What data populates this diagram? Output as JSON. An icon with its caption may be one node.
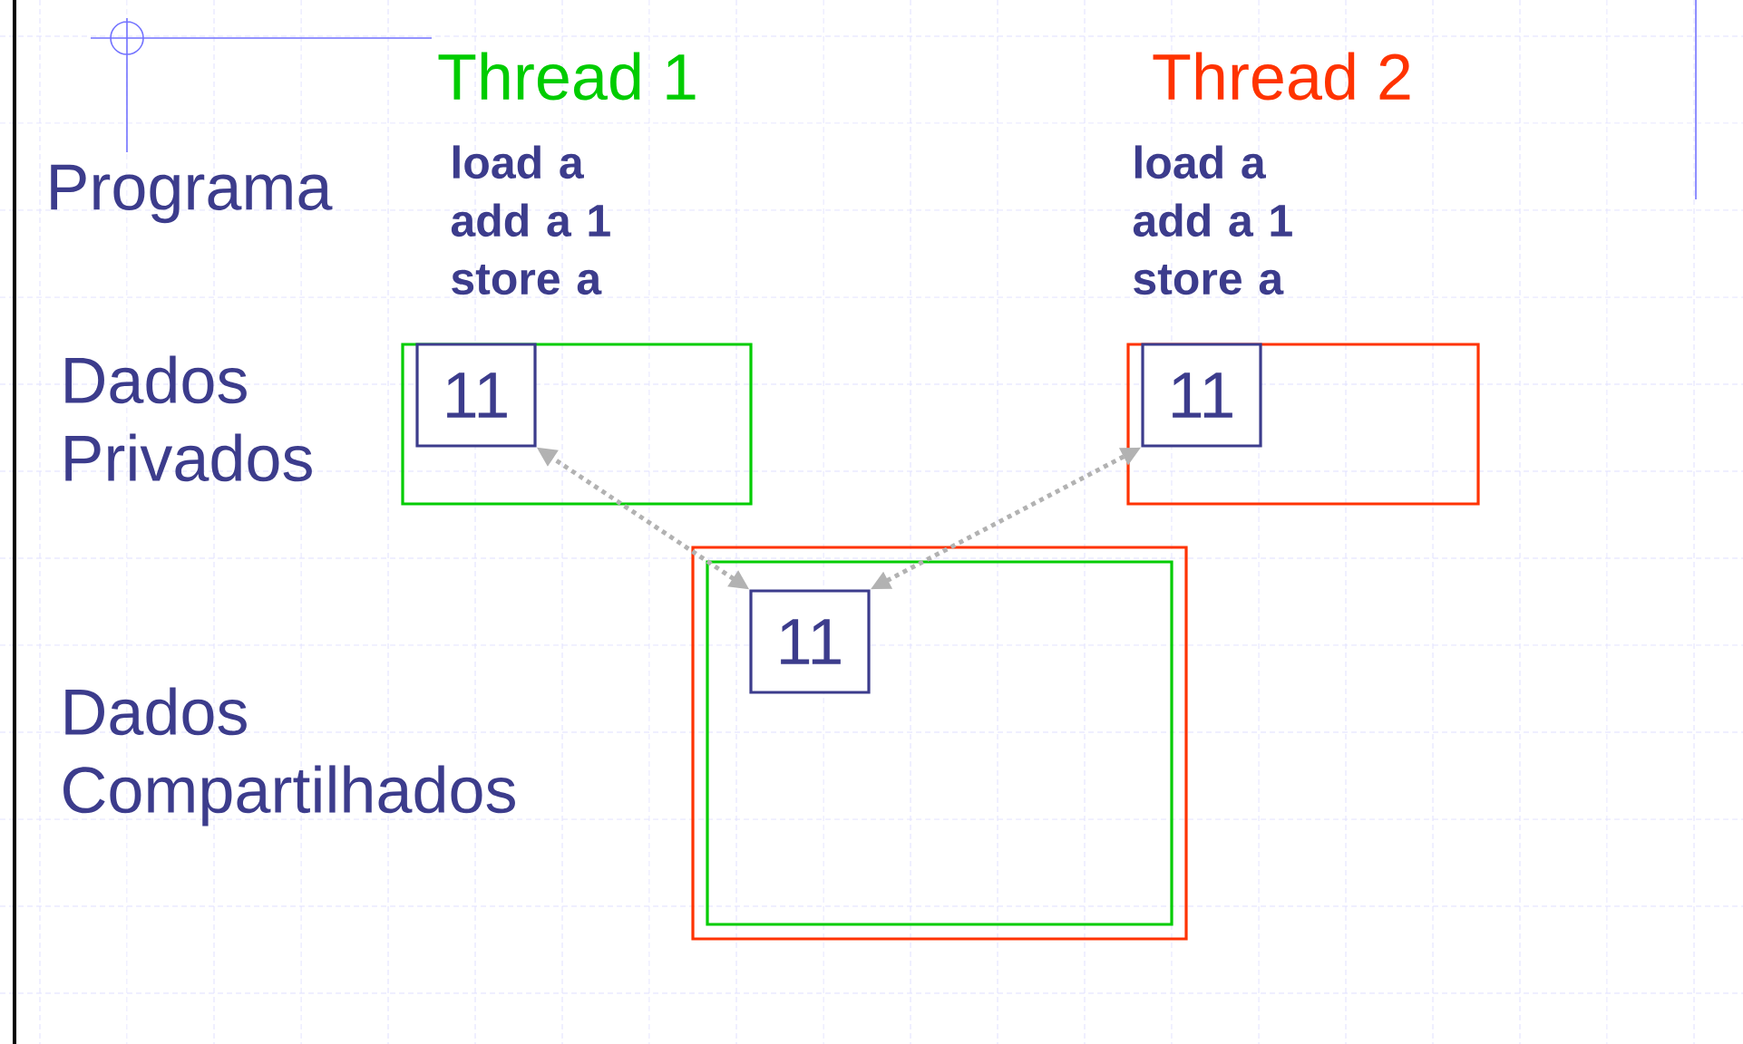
{
  "diagram": {
    "nodes": [
      {
        "text": [],
        "shape": "box"
      },
      {
        "text": [
          "11"
        ],
        "in": 0
      },
      {
        "text": [],
        "shape": "box"
      },
      {
        "text": [
          "11"
        ],
        "in": 2
      },
      {
        "text": [],
        "shape": "box"
      },
      {
        "text": [],
        "shape": "box",
        "in": 4
      },
      {
        "text": [
          "11"
        ],
        "in": 5
      }
    ],
    "edges": [
      {
        "from": 6,
        "to": 1,
        "arrow": "both"
      },
      {
        "from": 6,
        "to": 3,
        "arrow": "both"
      }
    ],
    "labels": [
      "Thread 1",
      "Thread 2",
      "Programa",
      "load a add a 1 store a",
      "load a add a 1 store a",
      "Dados Privados",
      "Dados Compartilhados"
    ]
  }
}
